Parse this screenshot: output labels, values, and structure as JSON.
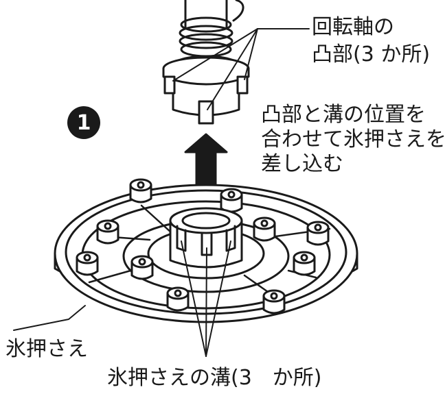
{
  "step_number": "1",
  "labels": {
    "shaft_line1": "回転軸の",
    "shaft_line2": "凸部(3 か所)",
    "instruction_line1": "凸部と溝の位置を",
    "instruction_line2": "合わせて氷押さえを",
    "instruction_line3": "差し込む",
    "ice_press": "氷押さえ",
    "ice_press_grooves": "氷押さえの溝(3　か所)"
  },
  "colors": {
    "ink": "#1a1a1a",
    "paper": "#ffffff",
    "part_fill": "#f2f2f2"
  }
}
